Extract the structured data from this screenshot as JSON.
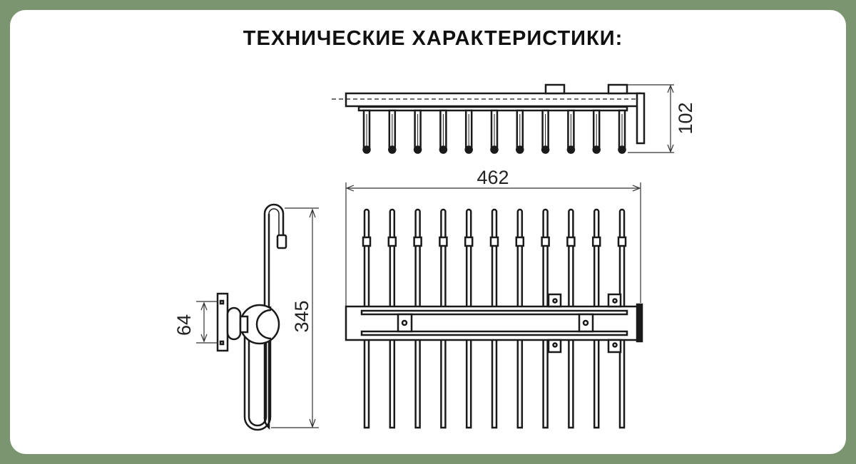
{
  "title": "ТЕХНИЧЕСКИЕ ХАРАКТЕРИСТИКИ:",
  "dimensions": {
    "height_top_view": "102",
    "width": "462",
    "length": "345",
    "mount": "64"
  },
  "colors": {
    "background": "#7b9570",
    "card": "#ffffff",
    "line": "#1a1a1a"
  },
  "rod_count": 11
}
